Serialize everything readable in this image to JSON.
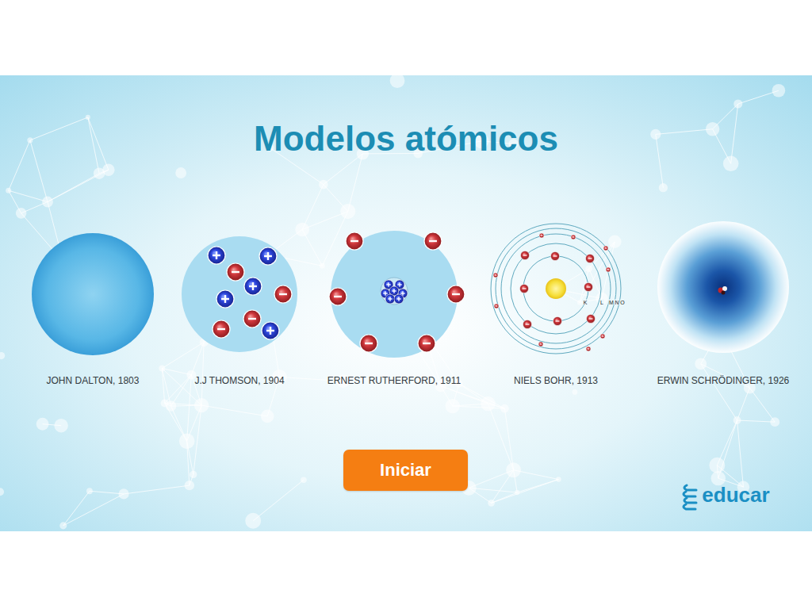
{
  "diagram": {
    "title": "Modelos atómicos",
    "nodes": [
      {
        "text": [
          "JOHN DALTON, 1803"
        ]
      },
      {
        "text": [
          "J.J THOMSON, 1904"
        ]
      },
      {
        "text": [
          "ERNEST RUTHERFORD, 1911"
        ]
      },
      {
        "text": [
          "NIELS BOHR, 1913"
        ]
      },
      {
        "text": [
          "ERWIN SCHRÖDINGER, 1926"
        ]
      },
      {
        "text": [
          "Iniciar"
        ]
      }
    ],
    "labels": [
      "K",
      "L",
      "M",
      "N",
      "O",
      "educar"
    ]
  }
}
